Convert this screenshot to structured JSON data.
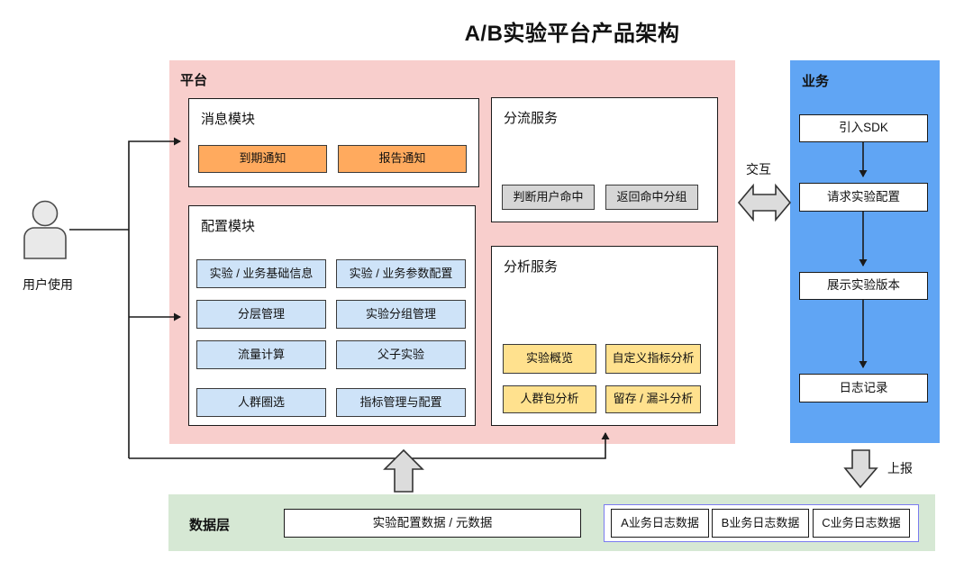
{
  "title": "A/B实验平台产品架构",
  "actor": {
    "label": "用户使用"
  },
  "platform": {
    "label": "平台",
    "message_module": {
      "label": "消息模块",
      "items": [
        "到期通知",
        "报告通知"
      ]
    },
    "config_module": {
      "label": "配置模块",
      "items": [
        "实验 / 业务基础信息",
        "实验 / 业务参数配置",
        "分层管理",
        "实验分组管理",
        "流量计算",
        "父子实验",
        "人群圈选",
        "指标管理与配置"
      ]
    },
    "split_service": {
      "label": "分流服务",
      "items": [
        "判断用户命中",
        "返回命中分组"
      ]
    },
    "analysis_service": {
      "label": "分析服务",
      "items": [
        "实验概览",
        "自定义指标分析",
        "人群包分析",
        "留存 / 漏斗分析"
      ]
    }
  },
  "business": {
    "label": "业务",
    "steps": [
      "引入SDK",
      "请求实验配置",
      "展示实验版本",
      "日志记录"
    ]
  },
  "data_layer": {
    "label": "数据层",
    "config_store": "实验配置数据 / 元数据",
    "logs": [
      "A业务日志数据",
      "B业务日志数据",
      "C业务日志数据"
    ]
  },
  "annotations": {
    "interact": "交互",
    "report": "上报"
  },
  "colors": {
    "platform_bg": "#f8cecc",
    "business_bg": "#60a5f4",
    "data_layer_bg": "#d6e8d4",
    "message_btn": "#ffaa5e",
    "config_btn": "#cee3f8",
    "split_btn": "#d6d6d6",
    "analysis_btn": "#ffe18e",
    "block_arrow_fill": "#dcdcdc",
    "log_container_border": "#7b7cf0",
    "line": "#1a1a1a"
  }
}
